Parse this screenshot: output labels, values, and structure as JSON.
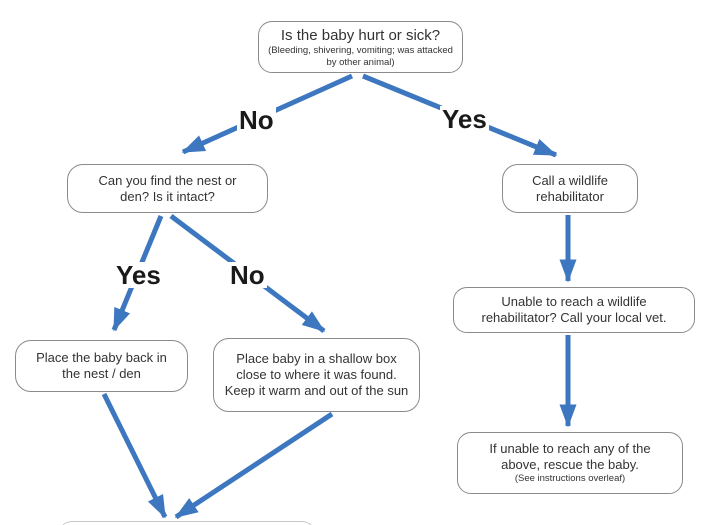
{
  "title": "Baby animal decision flowchart",
  "nodes": {
    "start": {
      "lines": [
        "Is the baby hurt or sick?"
      ],
      "note": [
        "(Bleeding, shivering, vomiting; was attacked",
        "by other animal)"
      ]
    },
    "find_nest": {
      "lines": [
        "Can you find the nest or",
        "den? Is it intact?"
      ]
    },
    "call_rehab": {
      "lines": [
        "Call a wildlife",
        "rehabilitator"
      ]
    },
    "call_vet": {
      "lines": [
        "Unable to reach a wildlife",
        "rehabilitator? Call your local vet."
      ]
    },
    "place_back": {
      "lines": [
        "Place the baby back in",
        "the nest / den"
      ]
    },
    "shallow_box": {
      "lines": [
        "Place baby in a shallow box",
        "close to where it was found.",
        "Keep it warm and out of the sun"
      ]
    },
    "rescue": {
      "lines": [
        "If unable to reach any of the",
        "above, rescue the baby."
      ],
      "note": [
        "(See instructions overleaf)"
      ]
    }
  },
  "labels": {
    "no_top": "No",
    "yes_top": "Yes",
    "yes_mid": "Yes",
    "no_mid": "No"
  },
  "colors": {
    "arrow": "#3d77bf",
    "box_border": "#8b8b8b",
    "text": "#333333",
    "label_text": "#1a1a1a"
  }
}
